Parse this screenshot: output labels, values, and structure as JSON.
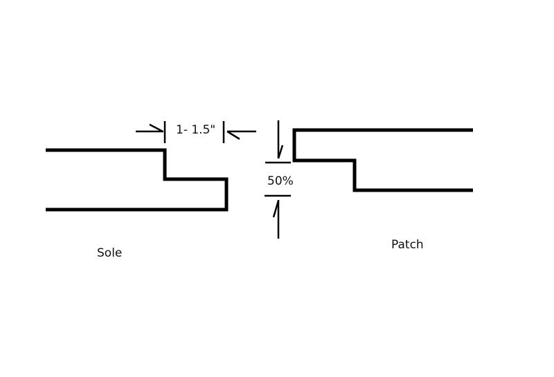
{
  "labels": {
    "sole": "Sole",
    "patch": "Patch",
    "overlap_length": "1- 1.5\"",
    "thickness_ratio": "50%"
  },
  "colors": {
    "line": "#000000",
    "background": "#ffffff"
  }
}
